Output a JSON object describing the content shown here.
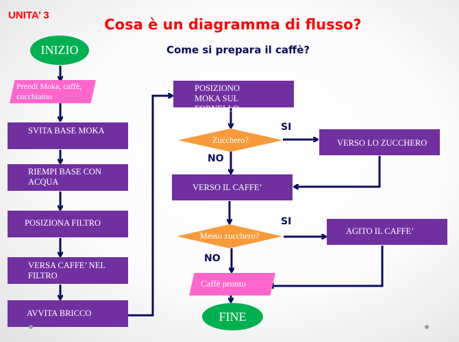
{
  "header": {
    "unit": "UNITA’ 3",
    "title": "Cosa è un diagramma di flusso?",
    "subtitle": "Come si prepara il caffè?"
  },
  "flow": {
    "start": "INIZIO",
    "take": "Prendi Moka, caffè, cucchiaino",
    "unscrew": "SVITA BASE MOKA",
    "fill": "RIEMPI BASE CON ACQUA",
    "filter": "POSIZIONA FILTRO",
    "pour": "VERSA CAFFE’ NEL FILTRO",
    "screw": "AVVITA BRICCO",
    "stove": "POSIZIONO MOKA SUL FORNELLO",
    "q_sugar": "Zucchero?",
    "yes1": "SI",
    "no1": "NO",
    "add_sugar": "VERSO LO ZUCCHERO",
    "pour_coffee": "VERSO IL CAFFE’",
    "q_sugar_added": "Messo zucchero?",
    "yes2": "SI",
    "no2": "NO",
    "stir": "AGITO IL CAFFE’",
    "ready": "Caffè pronto",
    "end": "FINE"
  }
}
